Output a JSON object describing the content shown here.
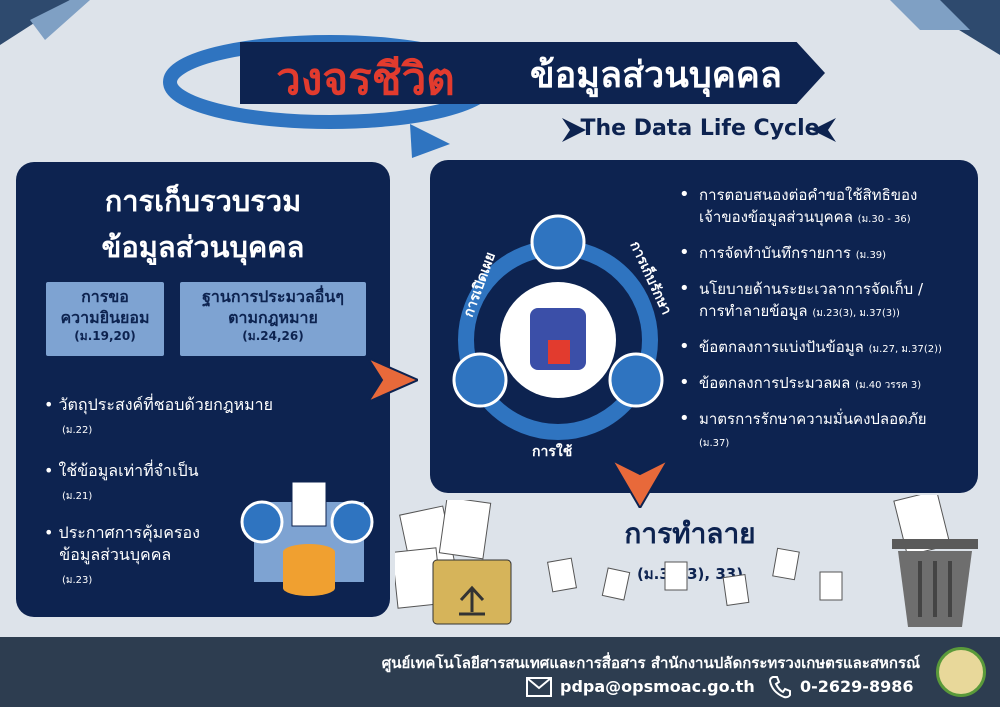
{
  "header": {
    "title_red": "วงจรชีวิต",
    "title_white": "ข้อมูลส่วนบุคคล",
    "subtitle": "The Data Life Cycle"
  },
  "collect": {
    "title_line1": "การเก็บรวบรวม",
    "title_line2": "ข้อมูลส่วนบุคคล",
    "box1_line1": "การขอ",
    "box1_line2": "ความยินยอม",
    "box1_ref": "(ม.19,20)",
    "box2_line1": "ฐานการประมวลอื่นๆ",
    "box2_line2": "ตามกฎหมาย",
    "box2_ref": "(ม.24,26)",
    "bullets": [
      {
        "text": "วัตถุประสงค์ที่ชอบด้วยกฎหมาย",
        "ref": "(ม.22)"
      },
      {
        "text": "ใช้ข้อมูลเท่าที่จำเป็น",
        "ref": "(ม.21)"
      },
      {
        "text": "ประกาศการคุ้มครอง",
        "text2": "ข้อมูลส่วนบุคคล",
        "ref": "(ม.23)"
      }
    ]
  },
  "cycle": {
    "disclose": "การเปิดเผย",
    "store": "การเก็บรักษา",
    "use": "การใช้"
  },
  "right_list": [
    {
      "text": "การตอบสนองต่อคำขอใช้สิทธิของ",
      "text2": "เจ้าของข้อมูลส่วนบุคคล",
      "ref": "(ม.30 - 36)"
    },
    {
      "text": "การจัดทำบันทึกรายการ",
      "text2": "",
      "ref": "(ม.39)"
    },
    {
      "text": "นโยบายด้านระยะเวลาการจัดเก็บ /",
      "text2": "การทำลายข้อมูล",
      "ref": "(ม.23(3), ม.37(3))"
    },
    {
      "text": "ข้อตกลงการแบ่งปันข้อมูล",
      "text2": "",
      "ref": "(ม.27, ม.37(2))"
    },
    {
      "text": "ข้อตกลงการประมวลผล",
      "text2": "",
      "ref": "(ม.40 วรรค 3)"
    },
    {
      "text": "มาตรการรักษาความมั่นคงปลอดภัย",
      "text2": "",
      "ref": "(ม.37)"
    }
  ],
  "destroy": {
    "title": "การทำลาย",
    "ref": "(ม.37(3), 33)"
  },
  "footer": {
    "org": "ศูนย์เทคโนโลยีสารสนเทศและการสื่อสาร สำนักงานปลัดกระทรวงเกษตรและสหกรณ์",
    "email": "pdpa@opsmoac.go.th",
    "phone": "0-2629-8986"
  },
  "colors": {
    "navy": "#0d2350",
    "red": "#e23b2e",
    "light_blue": "#7ea3d2",
    "orange": "#e8693a"
  }
}
